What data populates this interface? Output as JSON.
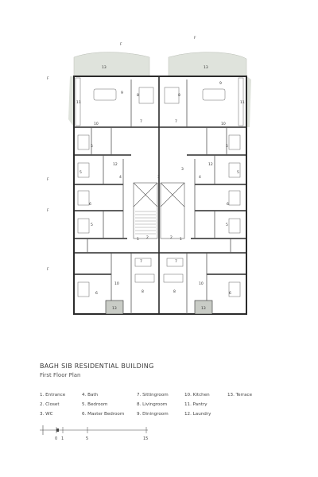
{
  "drawing": {
    "title": "BAGH SIB RESIDENTIAL BUILDING",
    "subtitle": "First Floor Plan"
  },
  "legend": [
    [
      "1. Entrance",
      "2. Closet",
      "3. WC"
    ],
    [
      "4. Bath",
      "5. Bedroom",
      "6. Master Bedroom"
    ],
    [
      "7. Sittingroom",
      "8. Livingroom",
      "9. Diningroom"
    ],
    [
      "10. Kitchen",
      "11. Pantry",
      "12. Laundry"
    ],
    [
      "13. Terrace"
    ]
  ],
  "scale_bar": {
    "labels": [
      "0",
      "1",
      "5",
      "15"
    ]
  },
  "room_labels": {
    "terrace": "13",
    "pantry": "11",
    "kitchen": "10",
    "dining": "9",
    "living": "8",
    "sitting": "7",
    "master": "6",
    "bedroom": "5",
    "bath": "4",
    "wc": "3",
    "closet": "2",
    "entrance": "1",
    "laundry": "12"
  },
  "section_marks": {
    "top_left": "F",
    "top_right": "F",
    "side": "F"
  },
  "colors": {
    "wall": "#2b2b2b",
    "terrace": "#c9ccc6",
    "garden": "#dfe3dc",
    "line": "#9a9a9a"
  }
}
